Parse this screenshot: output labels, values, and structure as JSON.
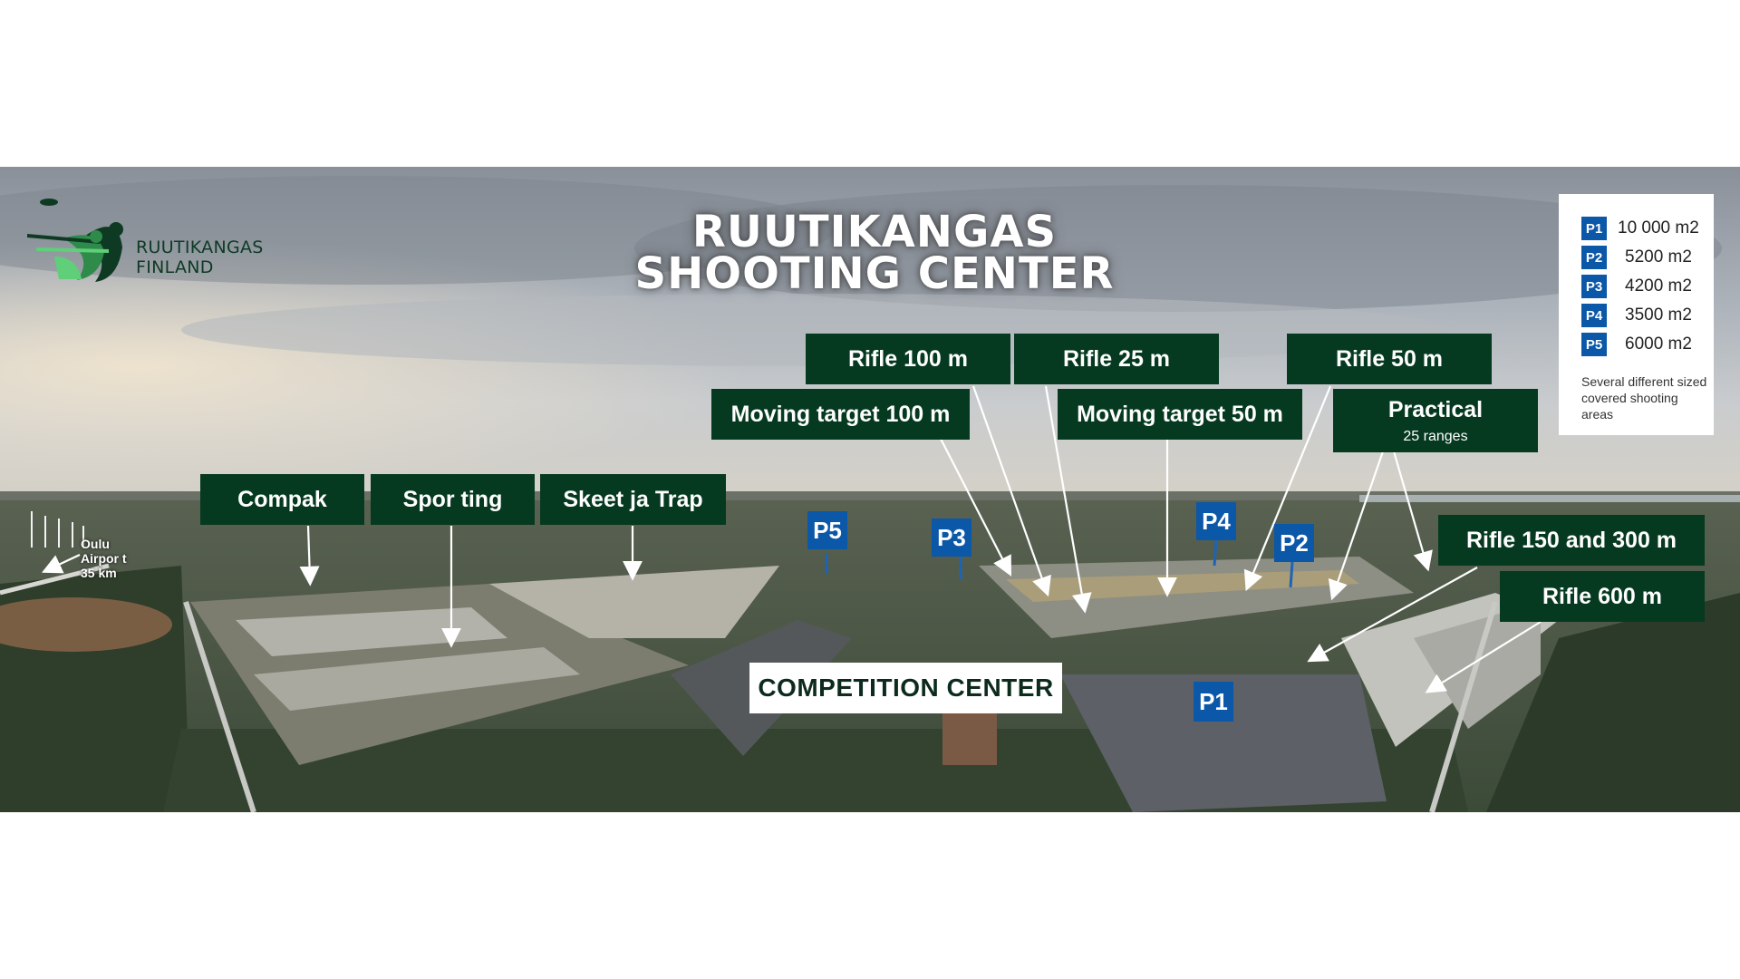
{
  "brand": {
    "line1": "RUUTIKANGAS",
    "line2": "FINLAND"
  },
  "title": {
    "line1": "RUUTIKANGAS",
    "line2": "SHOOTING CENTER"
  },
  "colors": {
    "label_bg": "#063a20",
    "badge_bg": "#0b57a8",
    "brand_green": "#0e3a24"
  },
  "ranges": {
    "rifle_100": "Rifle 100 m",
    "rifle_25": "Rifle 25 m",
    "rifle_50": "Rifle 50 m",
    "moving_100": "Moving target 100 m",
    "moving_50": "Moving target 50 m",
    "practical": "Practical",
    "practical_sub": "25 ranges",
    "compak": "Compak",
    "sporting": "Spor ting",
    "skeet_trap": "Skeet ja Trap",
    "rifle_150_300": "Rifle 150 and 300 m",
    "rifle_600": "Rifle 600 m"
  },
  "areas": {
    "p1": "P1",
    "p2": "P2",
    "p3": "P3",
    "p4": "P4",
    "p5": "P5"
  },
  "competition_center": "COMPETITION CENTER",
  "airport": {
    "line1": "Oulu",
    "line2": "Airpor t",
    "line3": "35 km"
  },
  "legend": {
    "rows": [
      {
        "badge": "P1",
        "value": "10 000 m2"
      },
      {
        "badge": "P2",
        "value": "5200 m2"
      },
      {
        "badge": "P3",
        "value": "4200 m2"
      },
      {
        "badge": "P4",
        "value": "3500 m2"
      },
      {
        "badge": "P5",
        "value": "6000 m2"
      }
    ],
    "note": "Several different sized covered shooting areas"
  }
}
